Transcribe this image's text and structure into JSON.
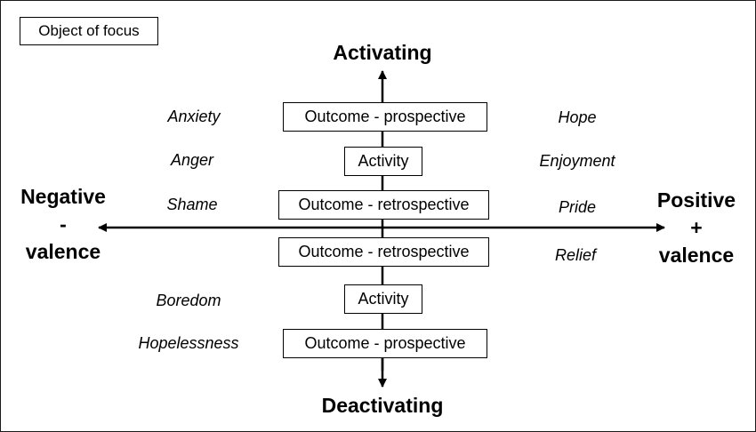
{
  "legend": {
    "label": "Object of focus"
  },
  "vertical_axis": {
    "top_label": "Activating",
    "bottom_label": "Deactivating"
  },
  "horizontal_axis": {
    "negative": {
      "line1": "Negative",
      "line2": "-",
      "line3": "valence"
    },
    "positive": {
      "line1": "Positive",
      "line2": "+",
      "line3": "valence"
    }
  },
  "focus_boxes": [
    "Outcome - prospective",
    "Activity",
    "Outcome - retrospective",
    "Outcome - retrospective",
    "Activity",
    "Outcome - prospective"
  ],
  "emotions": {
    "negative_activating": [
      "Anxiety",
      "Anger",
      "Shame"
    ],
    "positive_activating": [
      "Hope",
      "Enjoyment",
      "Pride"
    ],
    "positive_deactivating": [
      "Relief"
    ],
    "negative_deactivating": [
      "Boredom",
      "Hopelessness"
    ]
  },
  "colors": {
    "line": "#000000",
    "background": "#ffffff",
    "border": "#1a1a1a"
  }
}
